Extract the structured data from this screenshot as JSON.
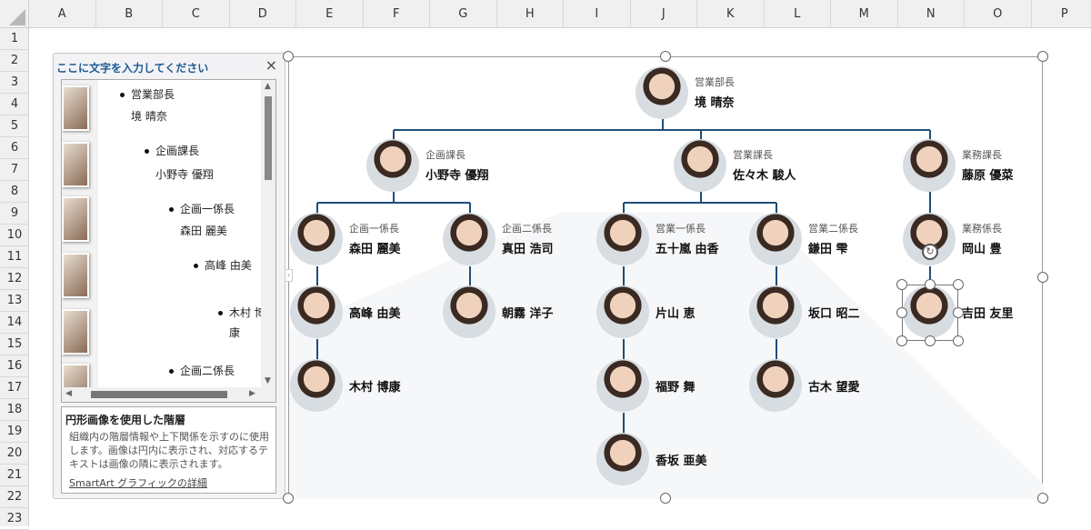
{
  "columns": [
    "A",
    "B",
    "C",
    "D",
    "E",
    "F",
    "G",
    "H",
    "I",
    "J",
    "K",
    "L",
    "M",
    "N",
    "O",
    "P"
  ],
  "rows": [
    "1",
    "2",
    "3",
    "4",
    "5",
    "6",
    "7",
    "8",
    "9",
    "10",
    "11",
    "12",
    "13",
    "14",
    "15",
    "16",
    "17",
    "18",
    "19",
    "20",
    "21",
    "22",
    "23"
  ],
  "text_pane": {
    "title": "ここに文字を入力してください",
    "close": "×",
    "items": [
      {
        "level": 0,
        "text": "営業部長",
        "bullet": true
      },
      {
        "level": 0,
        "text": "境 晴奈",
        "bullet": false
      },
      {
        "level": 1,
        "text": "企画課長",
        "bullet": true
      },
      {
        "level": 1,
        "text": "小野寺 優翔",
        "bullet": false
      },
      {
        "level": 2,
        "text": "企画一係長",
        "bullet": true
      },
      {
        "level": 2,
        "text": "森田 麗美",
        "bullet": false
      },
      {
        "level": 3,
        "text": "高峰 由美",
        "bullet": true
      },
      {
        "level": 4,
        "text": "木村 博",
        "bullet": true
      },
      {
        "level": 4,
        "text": "康",
        "bullet": false
      },
      {
        "level": 2,
        "text": "企画二係長",
        "bullet": true
      }
    ],
    "description_title": "円形画像を使用した階層",
    "description_body": "組織内の階層情報や上下関係を示すのに使用します。画像は円内に表示され、対応するテキストは画像の隣に表示されます。",
    "link": "SmartArt グラフィックの詳細"
  },
  "org_chart": {
    "line_color": "#1f4e79",
    "nodes": [
      {
        "title": "営業部長",
        "name": "境 晴奈"
      },
      {
        "title": "企画課長",
        "name": "小野寺 優翔"
      },
      {
        "title": "営業課長",
        "name": "佐々木 駿人"
      },
      {
        "title": "業務課長",
        "name": "藤原 優菜"
      },
      {
        "title": "企画一係長",
        "name": "森田 麗美"
      },
      {
        "title": "企画二係長",
        "name": "真田 浩司"
      },
      {
        "title": "営業一係長",
        "name": "五十嵐 由香"
      },
      {
        "title": "営業二係長",
        "name": "鎌田 雫"
      },
      {
        "title": "業務係長",
        "name": "岡山 豊"
      },
      {
        "title": "",
        "name": "高峰 由美"
      },
      {
        "title": "",
        "name": "朝霧 洋子"
      },
      {
        "title": "",
        "name": "片山 恵"
      },
      {
        "title": "",
        "name": "坂口 昭二"
      },
      {
        "title": "",
        "name": "吉田 友里"
      },
      {
        "title": "",
        "name": "木村 博康"
      },
      {
        "title": "",
        "name": "福野 舞"
      },
      {
        "title": "",
        "name": "古木 望愛"
      },
      {
        "title": "",
        "name": "香坂 亜美"
      }
    ]
  }
}
